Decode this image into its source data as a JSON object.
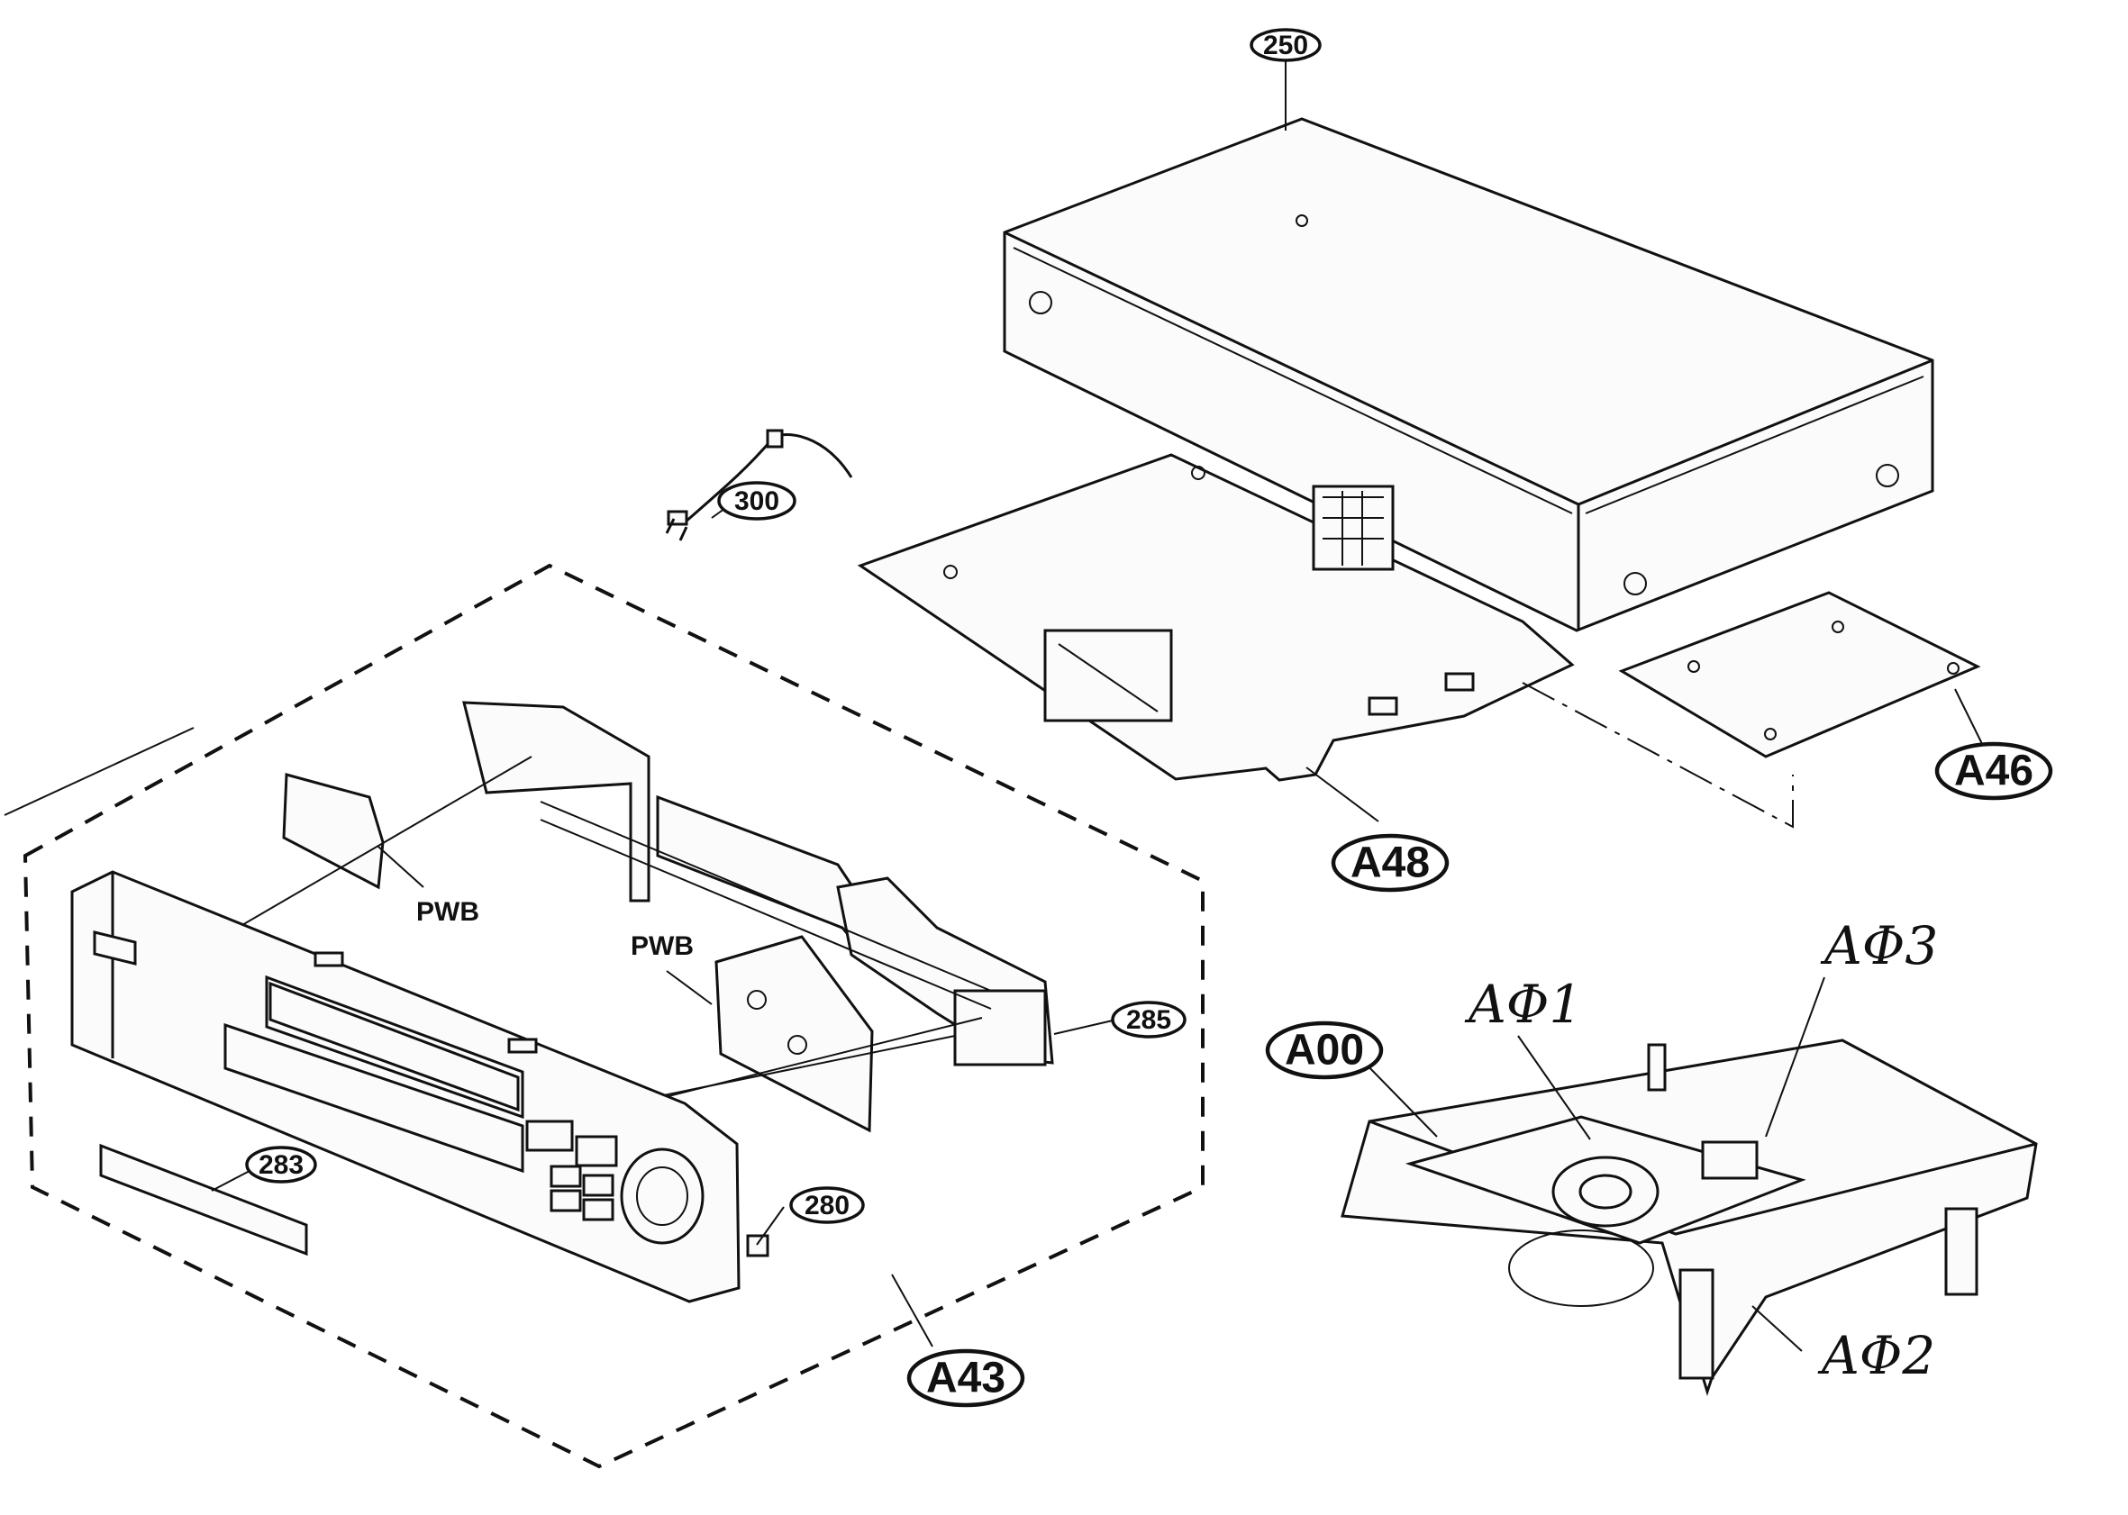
{
  "callouts": {
    "c250": "250",
    "c300": "300",
    "c285": "285",
    "c283": "283",
    "c280": "280",
    "a48": "A48",
    "a46": "A46",
    "a43": "A43",
    "a00": "A00"
  },
  "handwritten": {
    "a01": "AΦ1",
    "a02": "AΦ2",
    "a03": "AΦ3"
  },
  "labels": {
    "pwb_left": "PWB",
    "pwb_right": "PWB"
  },
  "colors": {
    "ink": "#111111",
    "paper": "#ffffff"
  }
}
